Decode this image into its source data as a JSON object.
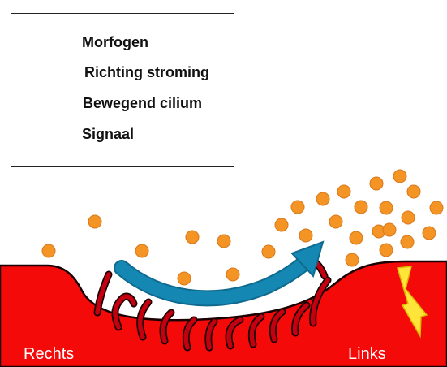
{
  "legend": {
    "morphogen": "Morfogen",
    "flow_direction": "Richting stroming",
    "moving_cilium": "Bewegend cilium",
    "signal": "Signaal"
  },
  "labels": {
    "right": "Rechts",
    "left": "Links"
  },
  "colors": {
    "tissue": "#f50a0a",
    "tissue_outline": "#1a0000",
    "cilium": "#c40010",
    "morphogen": "#f39425",
    "flow_arrow": "#1587b3",
    "signal": "#ffe43a"
  },
  "icons": [
    "morphogen-icon",
    "flow-arrow-icon",
    "cilium-icon",
    "lightning-icon"
  ]
}
